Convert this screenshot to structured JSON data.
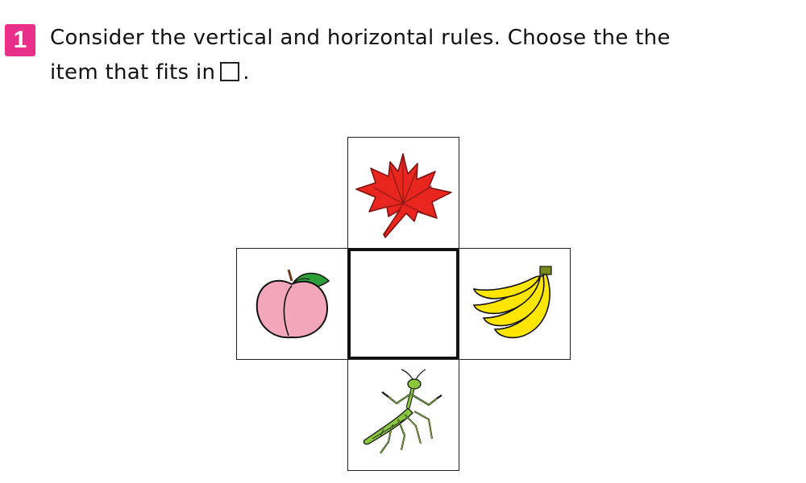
{
  "question": {
    "number": "1",
    "line1": "Consider the vertical and horizontal rules. Choose the the",
    "line2_before": "item that fits in",
    "line2_after": "."
  },
  "grid": {
    "top": {
      "item": "maple-leaf",
      "color": "#e8251f"
    },
    "left": {
      "item": "peach",
      "color": "#f4a7bb"
    },
    "center": {
      "item": "blank"
    },
    "right": {
      "item": "bananas",
      "color": "#ffe600"
    },
    "bottom": {
      "item": "praying-mantis",
      "color": "#8cc63e"
    }
  },
  "colors": {
    "badge": "#e8308a",
    "leaf": "#e8251f",
    "peach": "#f4a7bb",
    "peach_leaf": "#2e9e3b",
    "banana": "#ffe600",
    "mantis": "#8cc63e"
  }
}
